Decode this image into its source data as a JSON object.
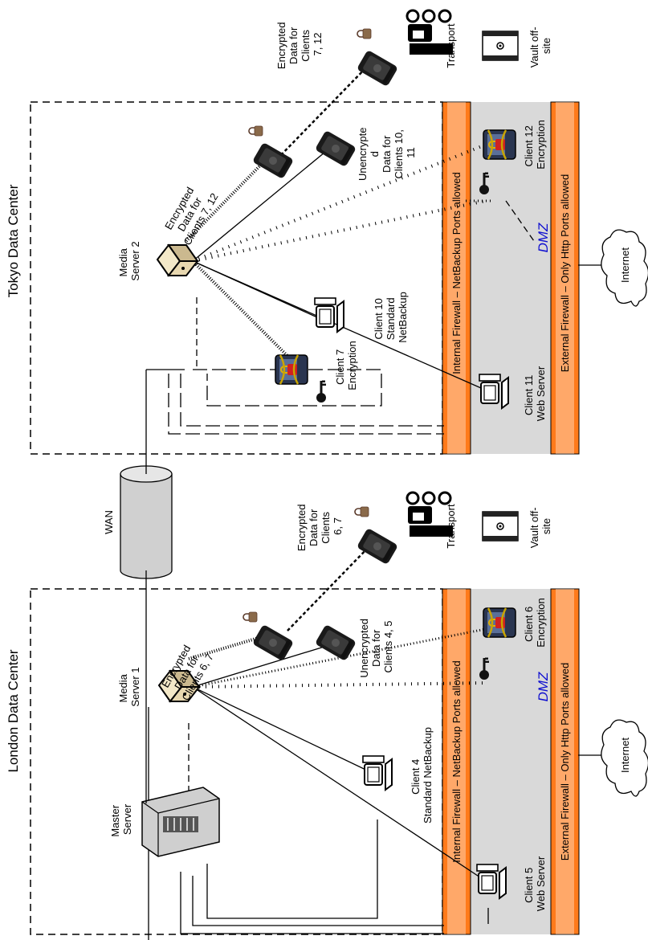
{
  "london": {
    "title": "London Data Center",
    "master_server": [
      "Master",
      "Server"
    ],
    "media_server": [
      "Media",
      "Server 1"
    ],
    "client4": [
      "Client 4",
      "Standard NetBackup"
    ],
    "client5": [
      "Client 5",
      "Web Server"
    ],
    "client6": [
      "Client 6",
      "Encryption"
    ],
    "encrypted_tapes": [
      "Encrypted",
      "Data for",
      "Clients 6, 7"
    ],
    "unencrypted_tapes": [
      "Unencrypted",
      "Data for",
      "Clients 4, 5"
    ],
    "transport_data": [
      "Encrypted",
      "Data for",
      "Clients",
      "6, 7"
    ],
    "transport": "Transport",
    "vault": [
      "Vault off-",
      "site"
    ],
    "internal_firewall": "Internal Firewall – NetBackup Ports allowed",
    "external_firewall": "External Firewall – Only Http Ports allowed",
    "dmz": "DMZ",
    "internet": "Internet"
  },
  "tokyo": {
    "title": "Tokyo Data Center",
    "media_server": [
      "Media",
      "Server 2"
    ],
    "client7": [
      "Client 7",
      "Encryption"
    ],
    "client10": [
      "Client 10",
      "Standard",
      "NetBackup"
    ],
    "client11": [
      "Client 11",
      "Web Server"
    ],
    "client12": [
      "Client 12",
      "Encryption"
    ],
    "encrypted_tapes": [
      "Encrypted",
      "Data for",
      "Clients 7, 12"
    ],
    "unencrypted_tapes": [
      "Unencrypte",
      "d",
      "Data for",
      "Clients 10,",
      "11"
    ],
    "transport_data": [
      "Encrypted",
      "Data for",
      "Clients",
      "7, 12"
    ],
    "transport": "Transport",
    "vault": [
      "Vault off-",
      "site"
    ],
    "internal_firewall": "Internal Firewall – NetBackup Ports allowed",
    "external_firewall": "External Firewall – Only Http Ports allowed",
    "dmz": "DMZ",
    "internet": "Internet"
  },
  "wan": "WAN",
  "colors": {
    "firewall": "#ff7a1a",
    "dmz_zone": "#d9d9d9",
    "dmz_text": "#1010d0",
    "lock": "#8a6a4a",
    "padlock_red": "#d02020"
  },
  "icons": [
    "server-tower-icon",
    "media-server-icon",
    "client-workstation-icon",
    "encryption-client-icon",
    "key-icon",
    "tape-cartridge-icon",
    "padlock-icon",
    "truck-icon",
    "vault-icon",
    "cloud-icon",
    "wan-cylinder-icon"
  ]
}
